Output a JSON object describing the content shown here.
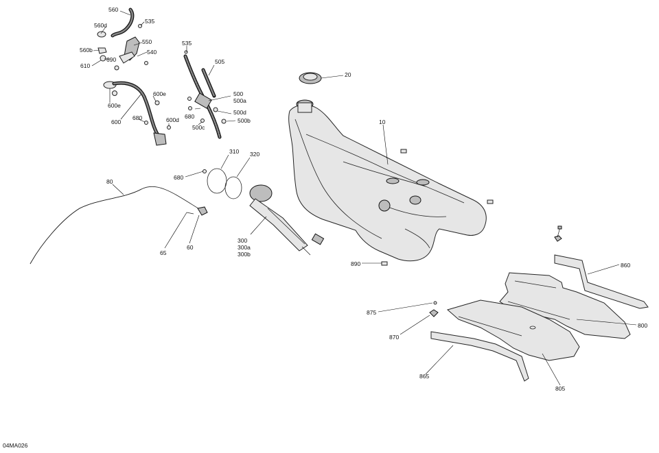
{
  "drawing_code": "04MA026",
  "callouts": {
    "c560": "560",
    "c560d": "560d",
    "c535a": "535",
    "c550": "550",
    "c560b": "560b",
    "c540": "540",
    "c610": "610",
    "c690": "690",
    "c600e_a": "600e",
    "c600e_b": "600e",
    "c600": "600",
    "c680a": "680",
    "c600d": "600d",
    "c535b": "535",
    "c505": "505",
    "c500": "500",
    "c500a": "500a",
    "c680b": "680",
    "c500d": "500d",
    "c500c": "500c",
    "c500b": "500b",
    "c20": "20",
    "c10": "10",
    "c310": "310",
    "c320": "320",
    "c680c": "680",
    "c80": "80",
    "c300": "300",
    "c300a": "300a",
    "c300b": "300b",
    "c65": "65",
    "c60": "60",
    "c890": "890",
    "c860": "860",
    "c875": "875",
    "c800": "800",
    "c870": "870",
    "c865": "865",
    "c805": "805"
  }
}
